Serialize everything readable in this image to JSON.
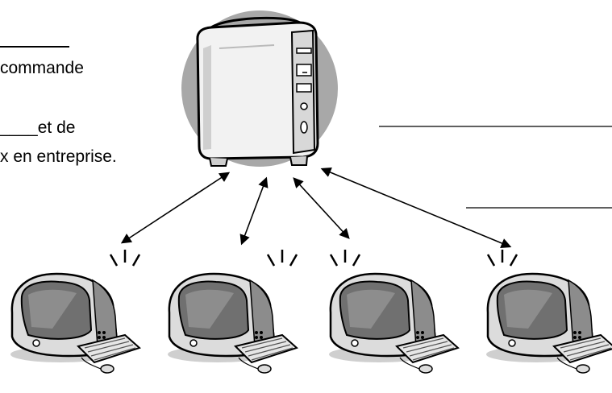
{
  "text_lines": {
    "line_commande": "commande",
    "line_et_de": "____et de",
    "line_entreprise": "x en entreprise."
  },
  "server": {
    "name": "server-tower"
  },
  "clients": [
    {
      "name": "client-computer-1"
    },
    {
      "name": "client-computer-2"
    },
    {
      "name": "client-computer-3"
    },
    {
      "name": "client-computer-4"
    }
  ],
  "colors": {
    "circle_fill": "#a8a8a8",
    "monitor_body": "#dcdcdc",
    "screen": "#777777",
    "outline": "#000000"
  }
}
